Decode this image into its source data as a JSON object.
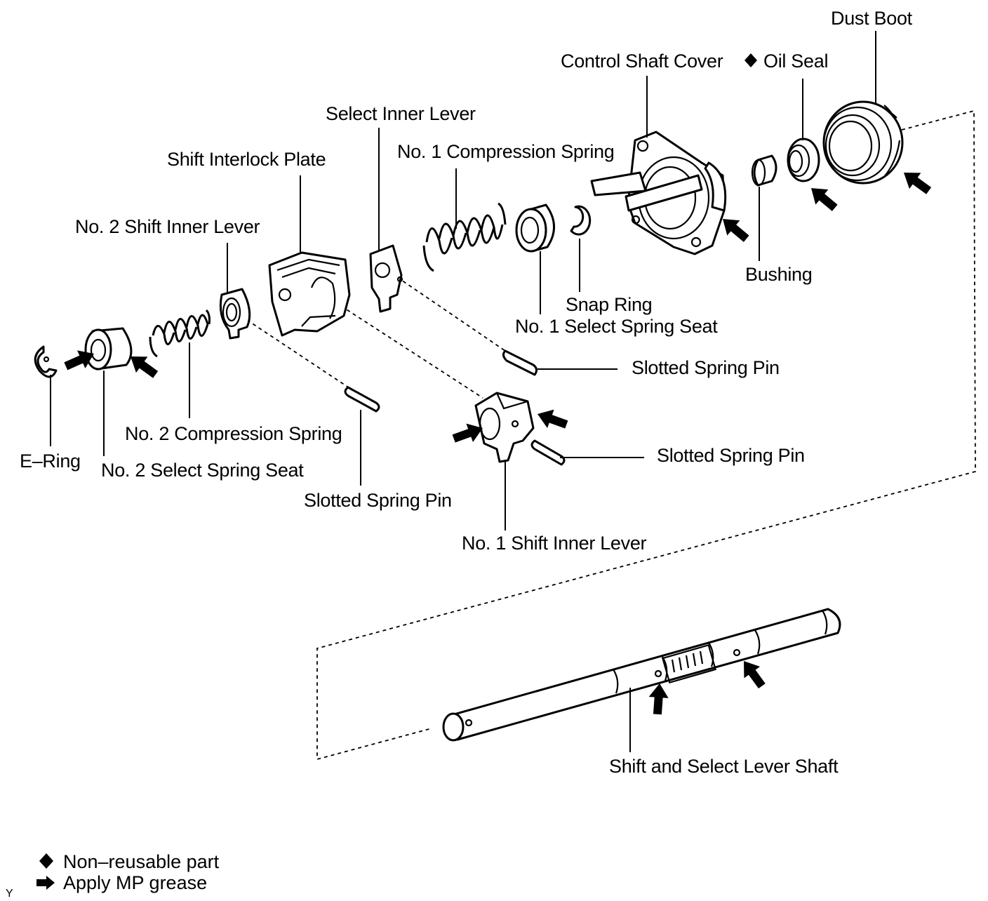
{
  "labels": {
    "dust_boot": "Dust Boot",
    "control_shaft_cover": "Control Shaft Cover",
    "oil_seal": "Oil Seal",
    "select_inner_lever": "Select Inner Lever",
    "no1_compression_spring": "No. 1 Compression Spring",
    "shift_interlock_plate": "Shift Interlock Plate",
    "no2_shift_inner_lever": "No. 2 Shift Inner Lever",
    "bushing": "Bushing",
    "snap_ring": "Snap Ring",
    "no1_select_spring_seat": "No. 1 Select Spring Seat",
    "slotted_spring_pin_1": "Slotted Spring Pin",
    "slotted_spring_pin_2": "Slotted Spring Pin",
    "slotted_spring_pin_3": "Slotted Spring Pin",
    "no2_compression_spring": "No. 2 Compression Spring",
    "e_ring": "E–Ring",
    "no2_select_spring_seat": "No. 2 Select Spring Seat",
    "no1_shift_inner_lever": "No. 1 Shift Inner Lever",
    "shift_select_lever_shaft": "Shift and Select Lever Shaft"
  },
  "legend": {
    "non_reusable": "Non–reusable part",
    "apply_grease": "Apply MP grease"
  },
  "symbols": {
    "non_reusable": "diamond-icon",
    "grease": "grease-arrow-icon"
  },
  "corner_mark": "Y"
}
